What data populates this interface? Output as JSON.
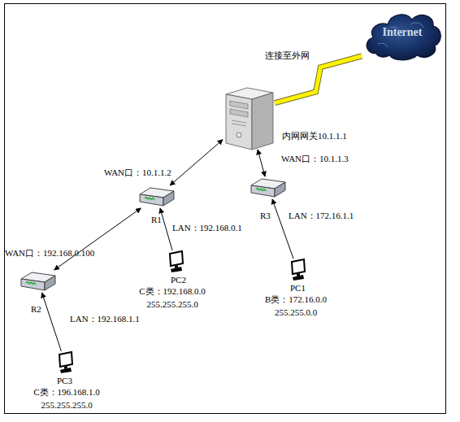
{
  "diagram": {
    "nodes": [
      {
        "text": [
          "Internet"
        ]
      },
      {
        "text": [
          "内网网关10.1.1.1"
        ]
      },
      {
        "text": [
          "WAN口：10.1.1.2",
          "R1",
          "LAN：192.168.0.1"
        ]
      },
      {
        "text": [
          "WAN口：10.1.1.3",
          "R3",
          "LAN：172.16.1.1"
        ]
      },
      {
        "text": [
          "WAN口：192.168.0.100",
          "R2",
          "LAN：192.168.1.1"
        ]
      },
      {
        "text": [
          "PC2",
          "C类：192.168.0.0 255.255.255.0"
        ]
      },
      {
        "text": [
          "PC1",
          "B类：172.16.0.0 255.255.0.0"
        ]
      },
      {
        "text": [
          "PC3",
          "C类：196.168.1.0 255.255.255.0"
        ]
      }
    ],
    "edges": [
      {
        "from": 1,
        "to": 2,
        "arrow": "both"
      },
      {
        "from": 1,
        "to": 3,
        "arrow": "both"
      },
      {
        "from": 2,
        "to": 4,
        "arrow": "both"
      },
      {
        "from": 5,
        "to": 2,
        "arrow": "to"
      },
      {
        "from": 6,
        "to": 3,
        "arrow": "to"
      },
      {
        "from": 7,
        "to": 4,
        "arrow": "to"
      },
      {
        "from": 1,
        "to": 0,
        "arrow": "none",
        "label": "连接至外网"
      }
    ]
  }
}
